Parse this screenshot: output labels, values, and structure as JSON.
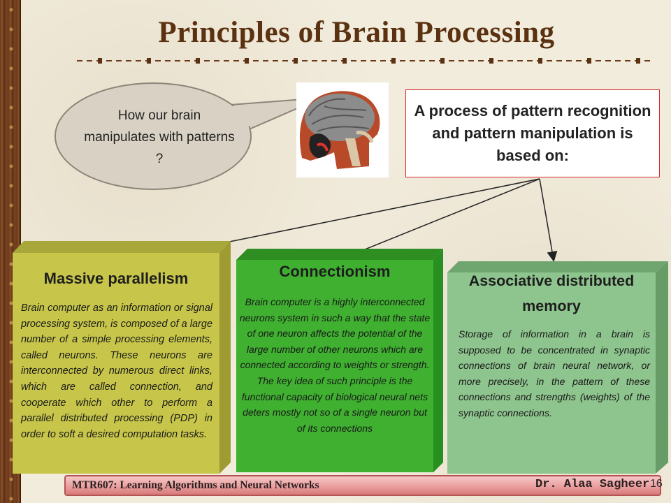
{
  "title": "Principles of Brain Processing",
  "bubble": {
    "text": "How our brain manipulates with patterns ?"
  },
  "pattern_box": {
    "text": "A process of pattern recognition and pattern manipulation is based on:"
  },
  "panels": [
    {
      "title": "Massive parallelism",
      "body": "Brain computer as an information or signal processing system, is composed of a large number of a simple processing elements, called neurons. These neurons are interconnected by numerous direct links, which are called connection, and cooperate which other to perform a parallel distributed processing (PDP) in order to soft a desired computation tasks.",
      "color": "#c7c64a"
    },
    {
      "title": "Connectionism",
      "body": "Brain computer is a highly interconnected neurons system in such a way that the state of one neuron affects the potential of the large number of other neurons which are connected according to weights or strength. The key idea of such principle is the functional capacity of biological neural nets deters mostly not so of a single neuron but of its connections",
      "color": "#3fb030"
    },
    {
      "title": "Associative distributed memory",
      "body": "Storage of information in a brain is supposed to be concentrated in synaptic connections of brain neural network, or more precisely, in the pattern of these connections and strengths (weights) of the synaptic connections.",
      "color": "#8ec48e"
    }
  ],
  "footer": {
    "course": "MTR607: Learning Algorithms and Neural Networks",
    "author": "Dr. Alaa Sagheer",
    "page": "16"
  },
  "colors": {
    "title": "#5b3211",
    "pattern_border": "#d42b2b",
    "footer_bg": "#e99b9b"
  }
}
